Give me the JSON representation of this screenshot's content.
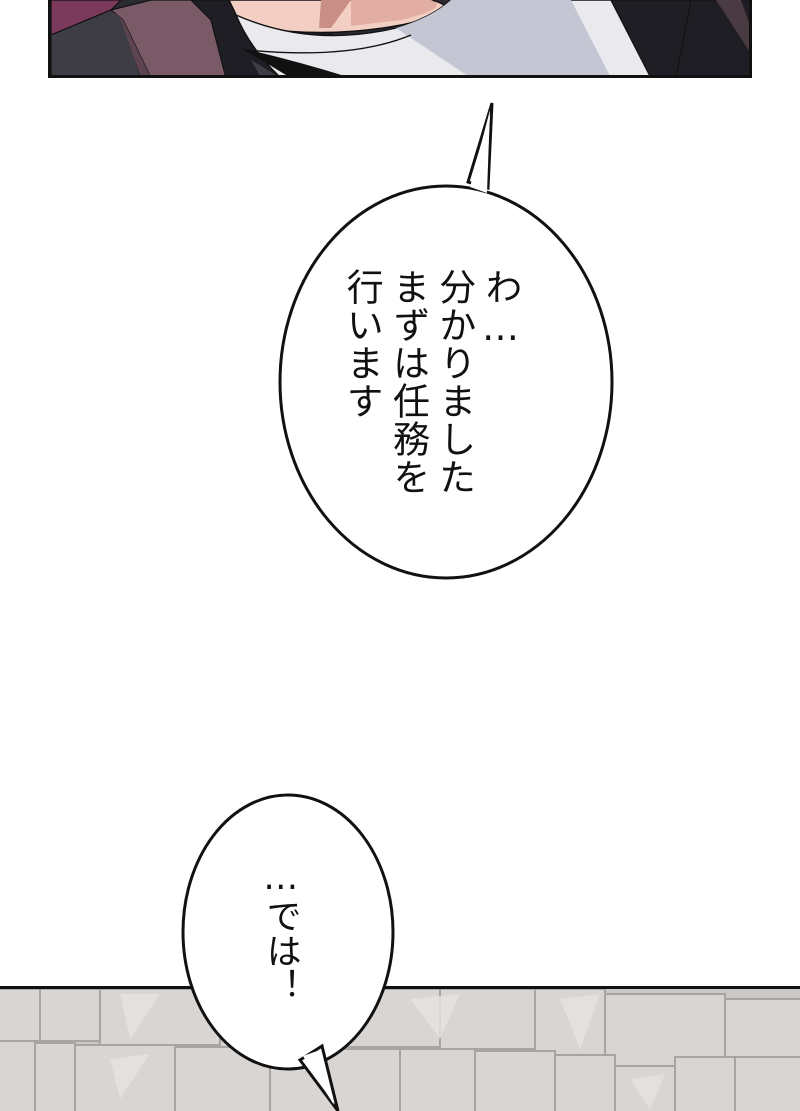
{
  "page": {
    "type": "manga-webtoon-strip",
    "background": "#ffffff"
  },
  "panels": [
    {
      "id": "top-panel",
      "description": "Close-up of a character's chin and white collar, dark hair and mauve clothing",
      "colors": {
        "hair": "#1f1e24",
        "clothing_mauve": "#7a5a66",
        "clothing_magenta": "#7b3a5c",
        "shadow_gray": "#3e3d45",
        "skin": "#f2cfc2",
        "skin_shadow": "#c98f86",
        "collar": "#e9e9ee",
        "collar_shadow": "#b9bccb",
        "border": "#111111"
      }
    },
    {
      "id": "bottom-panel",
      "description": "Gray stone block wall",
      "colors": {
        "stone": "#cbc8c5",
        "stone_light": "#dedbd8",
        "mortar": "#a9a4a0",
        "border": "#111111"
      }
    }
  ],
  "bubbles": [
    {
      "id": "speech-bubble-1",
      "lines": [
        "わ…",
        "分かりました",
        "まずは任務を",
        "行います"
      ],
      "full_text": "わ…分かりました まずは任務を行います"
    },
    {
      "id": "speech-bubble-2",
      "lines": [
        "…では！"
      ],
      "full_text": "…では！"
    }
  ]
}
